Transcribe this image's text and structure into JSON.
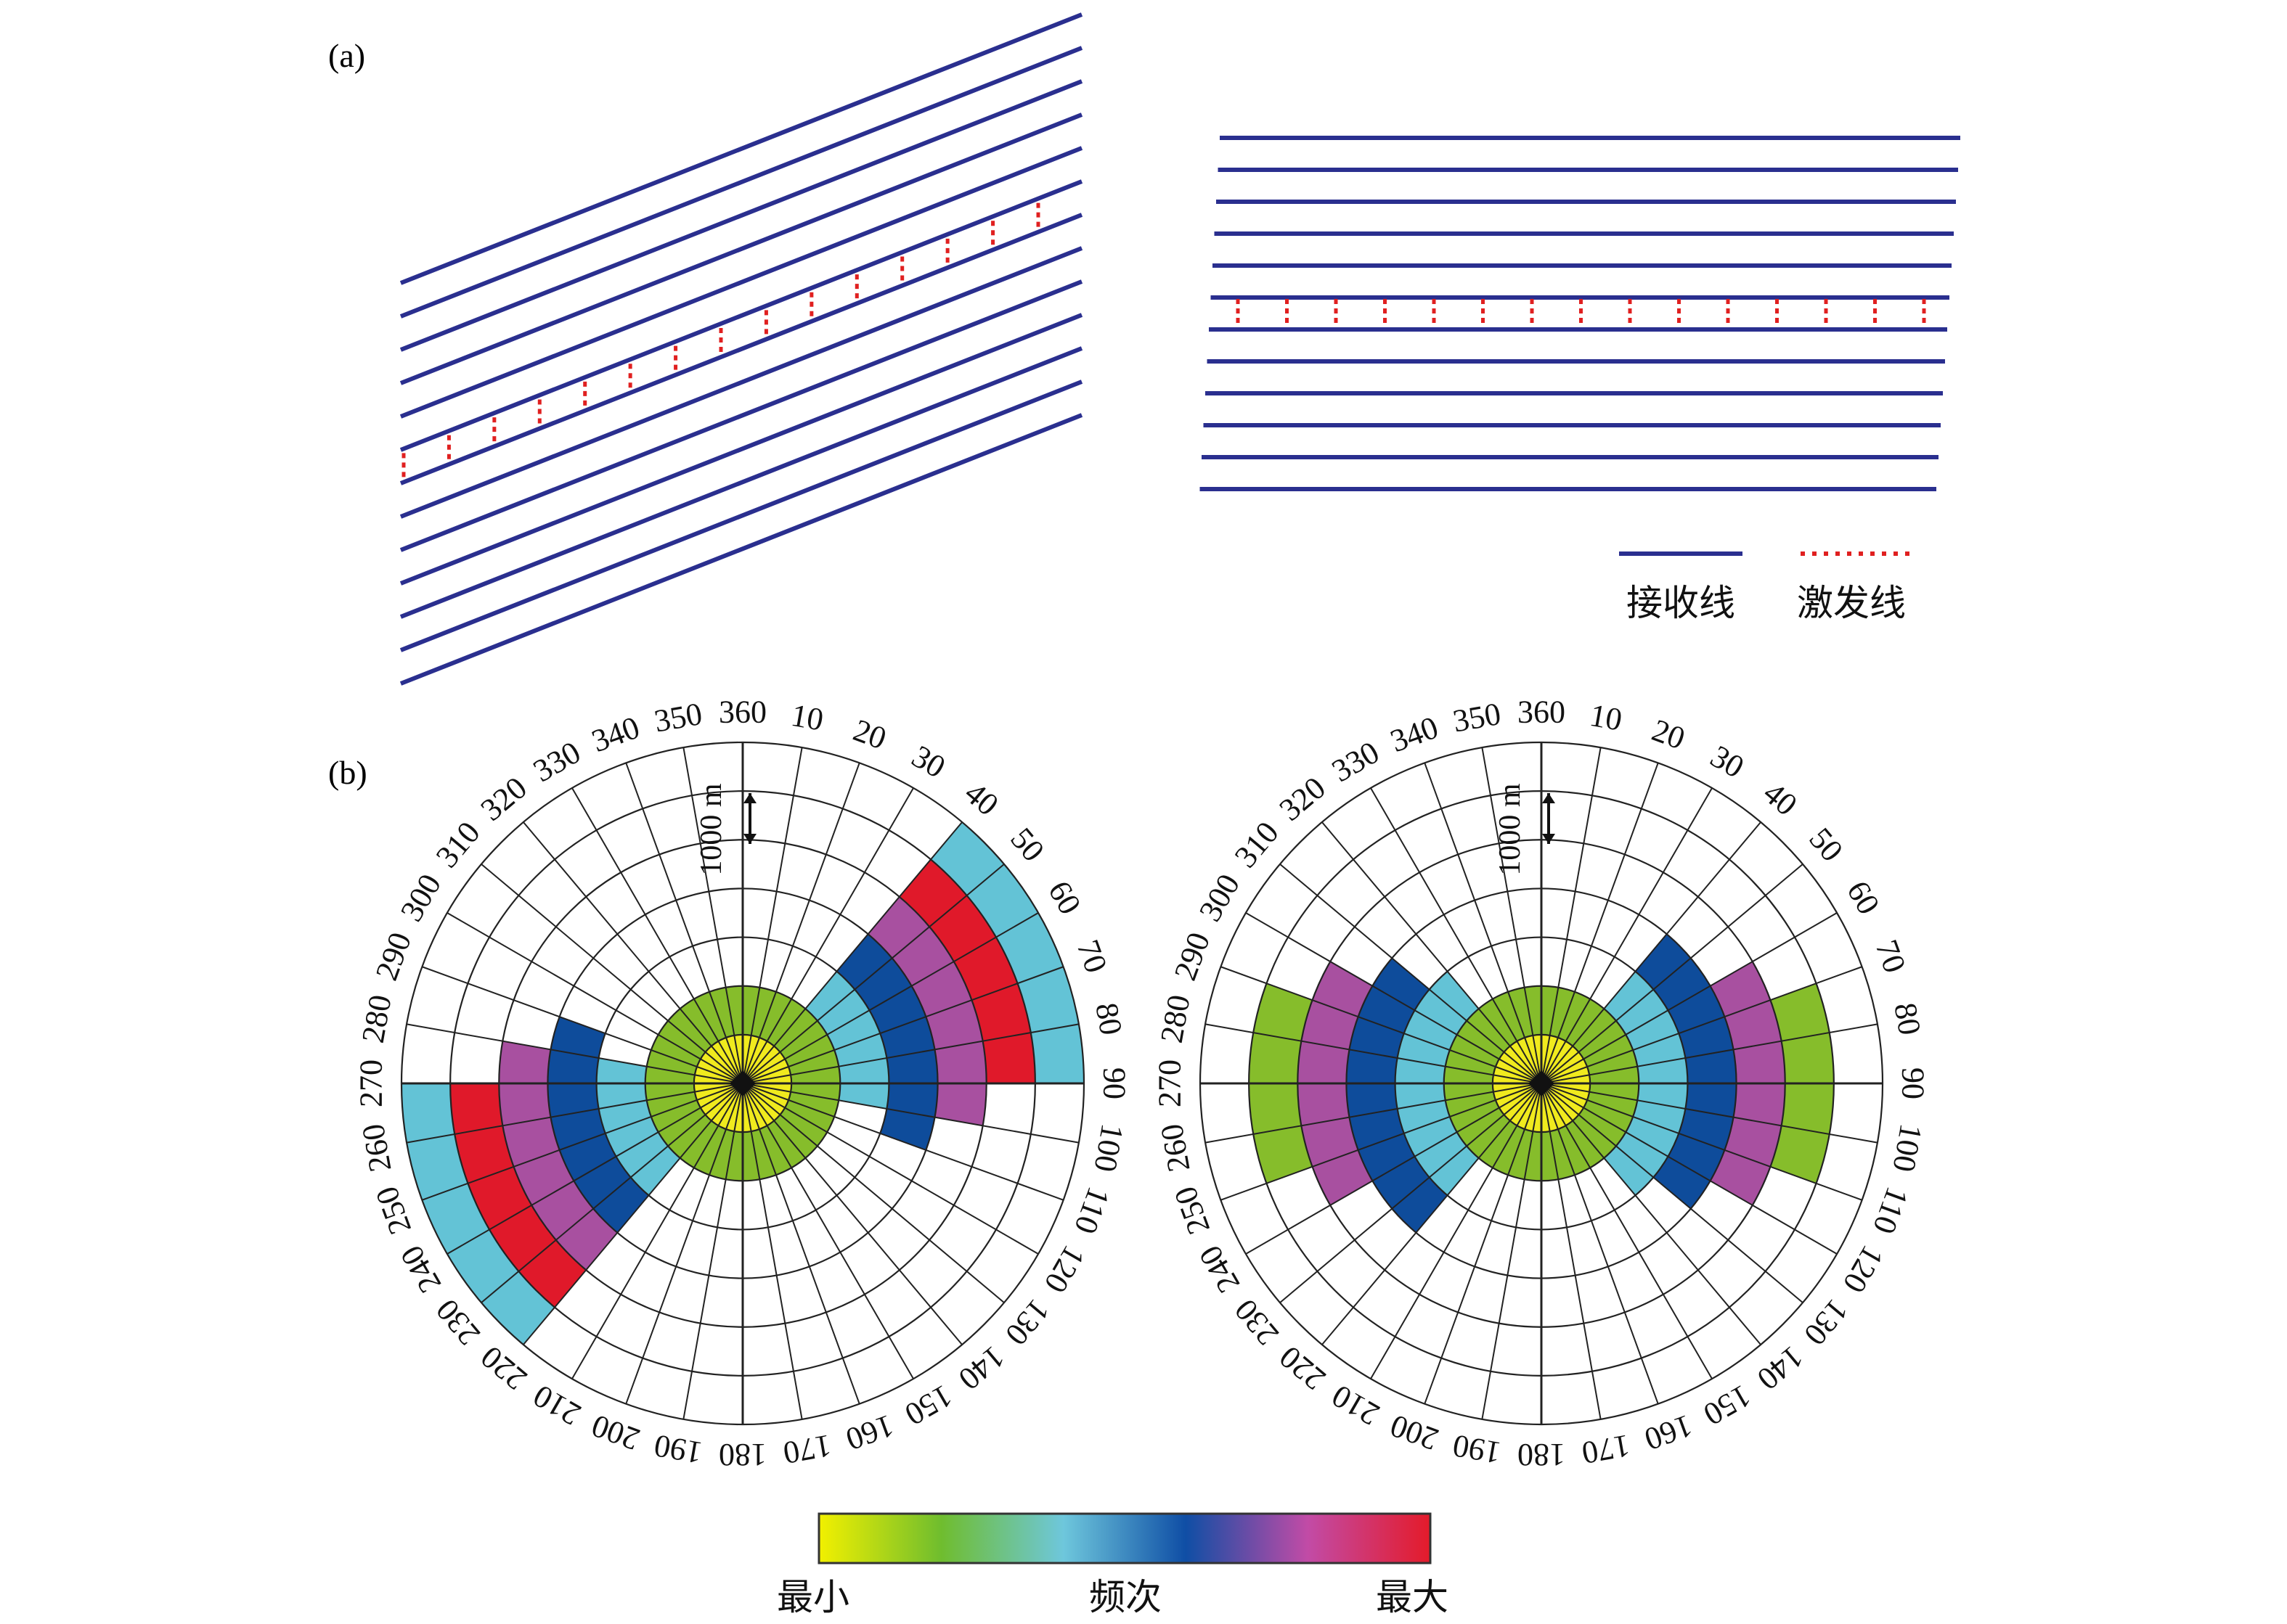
{
  "panel_a": {
    "label": "(a)",
    "legend": {
      "receiver_label": "接收线",
      "source_label": "激发线"
    },
    "colors": {
      "receiver_line": "#2a2f8f",
      "source_line": "#e02020"
    }
  },
  "panel_b": {
    "label": "(b)",
    "angle_labels": [
      "360",
      "10",
      "20",
      "30",
      "40",
      "50",
      "60",
      "70",
      "80",
      "90",
      "100",
      "110",
      "120",
      "130",
      "140",
      "150",
      "160",
      "170",
      "180",
      "190",
      "200",
      "210",
      "220",
      "230",
      "240",
      "250",
      "260",
      "270",
      "280",
      "290",
      "300",
      "310",
      "320",
      "330",
      "340",
      "350"
    ],
    "scale_label": "1000 m",
    "rose_left": {
      "rings": 7,
      "sectors_deg": 10,
      "cells": [
        {
          "ring": 0,
          "from": 0,
          "to": 360,
          "level": "yellow"
        },
        {
          "ring": 1,
          "from": 0,
          "to": 360,
          "level": "green"
        },
        {
          "ring": 2,
          "from": 40,
          "to": 100,
          "level": "lightblue"
        },
        {
          "ring": 2,
          "from": 220,
          "to": 280,
          "level": "lightblue"
        },
        {
          "ring": 3,
          "from": 40,
          "to": 110,
          "level": "blue"
        },
        {
          "ring": 3,
          "from": 220,
          "to": 290,
          "level": "blue"
        },
        {
          "ring": 4,
          "from": 40,
          "to": 100,
          "level": "purple"
        },
        {
          "ring": 4,
          "from": 220,
          "to": 280,
          "level": "purple"
        },
        {
          "ring": 5,
          "from": 40,
          "to": 90,
          "level": "red"
        },
        {
          "ring": 5,
          "from": 220,
          "to": 270,
          "level": "red"
        },
        {
          "ring": 6,
          "from": 40,
          "to": 90,
          "level": "lightblue"
        },
        {
          "ring": 6,
          "from": 220,
          "to": 270,
          "level": "lightblue"
        }
      ]
    },
    "rose_right": {
      "rings": 7,
      "sectors_deg": 10,
      "cells": [
        {
          "ring": 0,
          "from": 0,
          "to": 360,
          "level": "yellow"
        },
        {
          "ring": 1,
          "from": 0,
          "to": 360,
          "level": "green"
        },
        {
          "ring": 2,
          "from": 40,
          "to": 140,
          "level": "lightblue"
        },
        {
          "ring": 2,
          "from": 220,
          "to": 320,
          "level": "lightblue"
        },
        {
          "ring": 3,
          "from": 40,
          "to": 130,
          "level": "blue"
        },
        {
          "ring": 3,
          "from": 220,
          "to": 310,
          "level": "blue"
        },
        {
          "ring": 4,
          "from": 60,
          "to": 120,
          "level": "purple"
        },
        {
          "ring": 4,
          "from": 240,
          "to": 300,
          "level": "purple"
        },
        {
          "ring": 5,
          "from": 70,
          "to": 110,
          "level": "green"
        },
        {
          "ring": 5,
          "from": 250,
          "to": 290,
          "level": "green"
        }
      ]
    },
    "level_colors": {
      "yellow": "#f0ea1e",
      "green": "#86bd2b",
      "lightblue": "#63c3d6",
      "blue": "#0e4c9b",
      "purple": "#a850a0",
      "red": "#e0192a"
    },
    "colorbar": {
      "min_label": "最小",
      "mid_label": "频次",
      "max_label": "最大",
      "stops": [
        "#f2f000",
        "#6fbd2e",
        "#6ec7dc",
        "#0f4ea5",
        "#c24ba6",
        "#e41b2a"
      ]
    }
  }
}
